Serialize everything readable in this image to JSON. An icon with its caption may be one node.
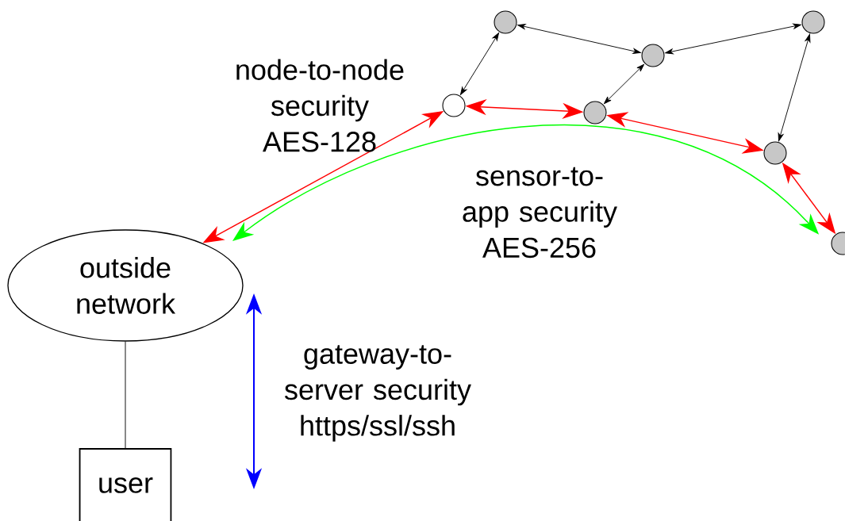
{
  "diagram": {
    "nodes": [
      {
        "text": [
          "outside network"
        ]
      },
      {
        "text": [
          "user"
        ]
      },
      {
        "text": [],
        "shape": "circle"
      },
      {
        "text": [],
        "shape": "circle"
      },
      {
        "text": [],
        "shape": "circle"
      },
      {
        "text": [],
        "shape": "circle"
      },
      {
        "text": [],
        "shape": "circle"
      },
      {
        "text": [],
        "shape": "circle"
      },
      {
        "text": [],
        "shape": "circle"
      }
    ],
    "edges": [
      {
        "from": 0,
        "to": 1,
        "arrow": "none"
      },
      {
        "from": 5,
        "to": 0,
        "arrow": "both",
        "color": "#ff0000"
      },
      {
        "from": 5,
        "to": 6,
        "arrow": "both",
        "color": "#ff0000"
      },
      {
        "from": 6,
        "to": 7,
        "arrow": "both",
        "color": "#ff0000"
      },
      {
        "from": 7,
        "to": 8,
        "arrow": "both",
        "color": "#ff0000"
      },
      {
        "from": 2,
        "to": 5,
        "arrow": "both"
      },
      {
        "from": 2,
        "to": 4,
        "arrow": "both"
      },
      {
        "from": 4,
        "to": 6,
        "arrow": "both"
      },
      {
        "from": 4,
        "to": 3,
        "arrow": "both"
      },
      {
        "from": 3,
        "to": 7,
        "arrow": "both"
      },
      {
        "from": 8,
        "to": 0,
        "arrow": "both",
        "color": "#00ff00"
      }
    ],
    "labels": [
      "node-to-node security AES-128",
      "sensor-to-app security AES-256",
      "gateway-to-server security https/ssl/ssh"
    ]
  }
}
